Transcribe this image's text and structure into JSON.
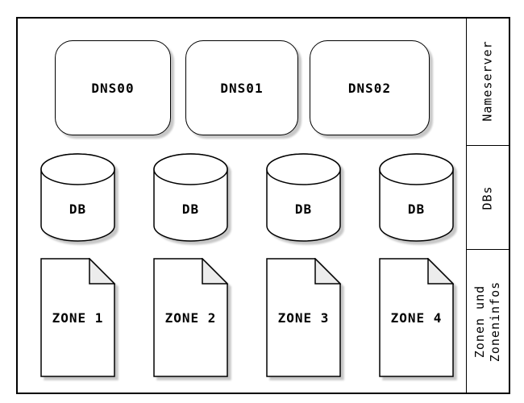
{
  "nodes": {
    "nameservers": [
      "DNS00",
      "DNS01",
      "DNS02"
    ],
    "databases": [
      "DB",
      "DB",
      "DB",
      "DB"
    ],
    "zones": [
      "ZONE 1",
      "ZONE 2",
      "ZONE 3",
      "ZONE 4"
    ]
  },
  "side_labels": {
    "nameserver": "Nameserver",
    "dbs": "DBs",
    "zones_line1": "Zonen und",
    "zones_line2": "Zoneninfos"
  },
  "colors": {
    "stroke": "#000000",
    "fill": "#ffffff",
    "fold_fill": "#ececec",
    "shadow": "#c8c8c8"
  }
}
